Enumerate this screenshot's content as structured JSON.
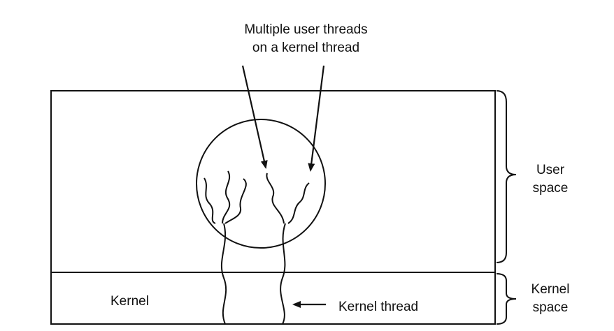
{
  "caption": {
    "line1": "Multiple user threads",
    "line2": "on a kernel thread"
  },
  "regions": {
    "user_space": {
      "line1": "User",
      "line2": "space"
    },
    "kernel_space": {
      "line1": "Kernel",
      "line2": "space"
    },
    "kernel_label": "Kernel"
  },
  "kernel_thread_label": "Kernel thread",
  "colors": {
    "stroke": "#111111",
    "background": "#ffffff"
  }
}
